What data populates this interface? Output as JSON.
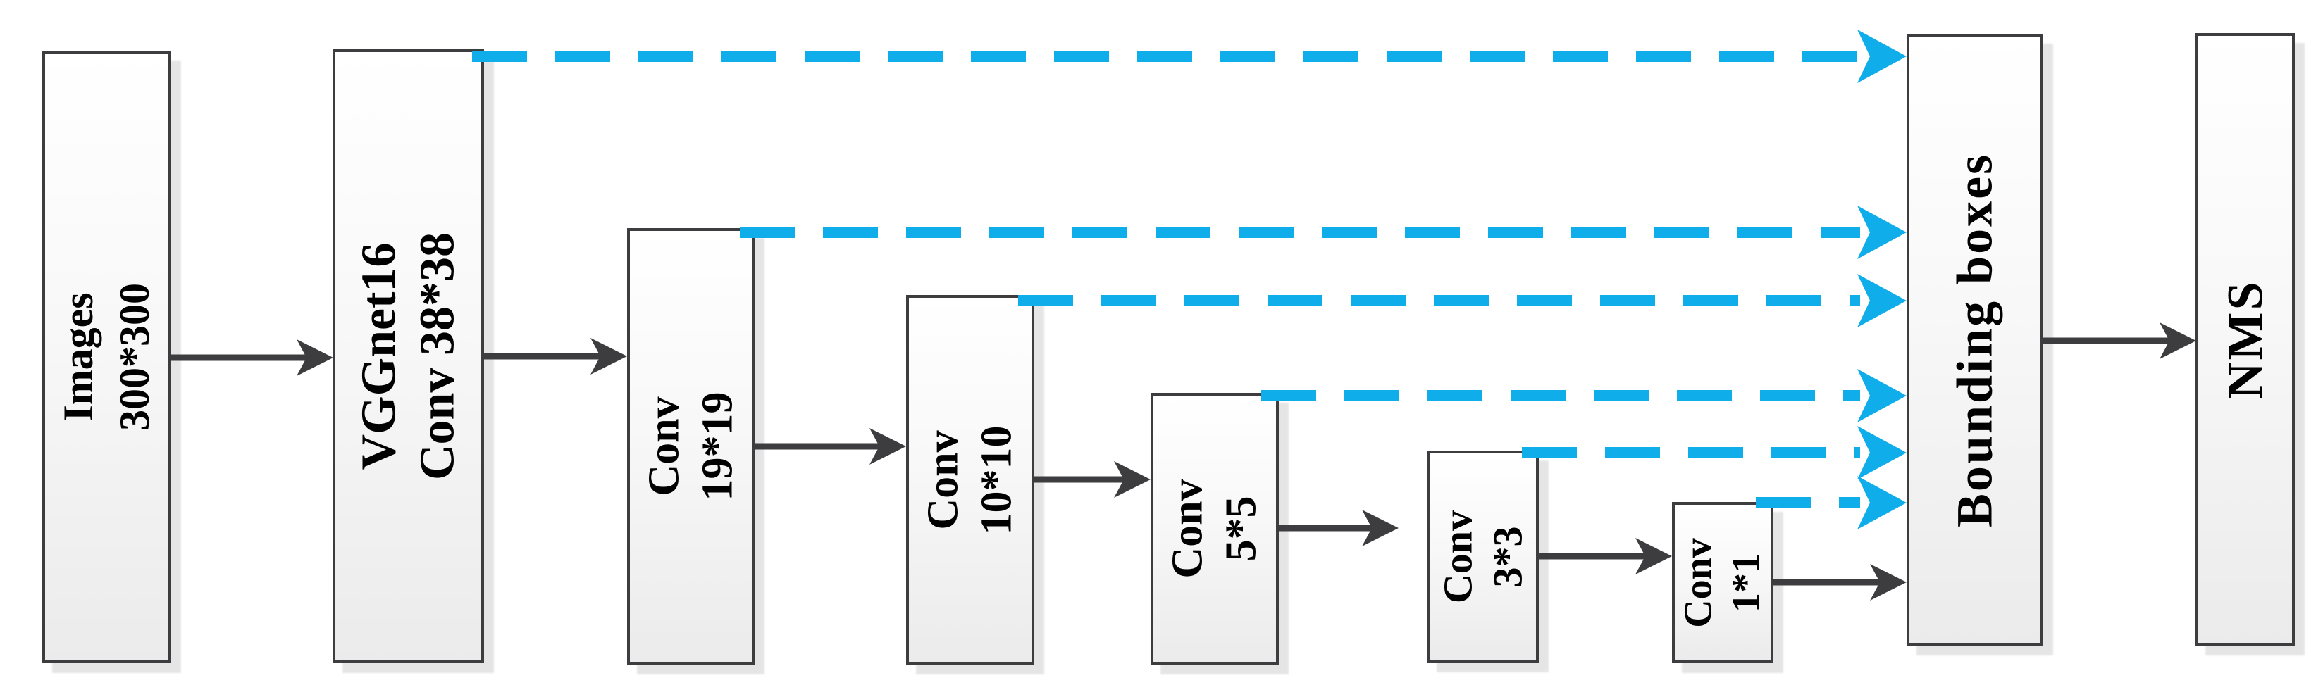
{
  "figure": {
    "title": "SSD object detection network flow diagram",
    "boxes": [
      {
        "id": "images",
        "label": "Images\n300*300"
      },
      {
        "id": "vggnet",
        "label": "VGGnet16\nConv 38*38"
      },
      {
        "id": "conv19",
        "label": "Conv\n19*19"
      },
      {
        "id": "conv10",
        "label": "Conv\n10*10"
      },
      {
        "id": "conv5",
        "label": "Conv\n5*5"
      },
      {
        "id": "conv3",
        "label": "Conv\n3*3"
      },
      {
        "id": "conv1",
        "label": "Conv\n1*1"
      },
      {
        "id": "bounding_boxes",
        "label": "Bounding boxes"
      },
      {
        "id": "nms",
        "label": "NMS"
      }
    ],
    "flow_connections": [
      {
        "from": "Images 300*300",
        "to": "VGGnet16 Conv 38*38",
        "style": "solid-arrow"
      },
      {
        "from": "VGGnet16 Conv 38*38",
        "to": "Conv 19*19",
        "style": "solid-arrow"
      },
      {
        "from": "Conv 19*19",
        "to": "Conv 10*10",
        "style": "solid-arrow"
      },
      {
        "from": "Conv 10*10",
        "to": "Conv 5*5",
        "style": "solid-arrow"
      },
      {
        "from": "Conv 5*5",
        "to": "Conv 3*3",
        "style": "solid-arrow"
      },
      {
        "from": "Conv 3*3",
        "to": "Conv 1*1",
        "style": "solid-arrow"
      },
      {
        "from": "Conv 1*1",
        "to": "Bounding boxes",
        "style": "solid-arrow"
      },
      {
        "from": "Bounding boxes",
        "to": "NMS",
        "style": "solid-arrow"
      }
    ],
    "detection_connections": [
      {
        "from": "VGGnet16 Conv 38*38",
        "to": "Bounding boxes",
        "style": "dashed-arrow"
      },
      {
        "from": "Conv 19*19",
        "to": "Bounding boxes",
        "style": "dashed-arrow"
      },
      {
        "from": "Conv 10*10",
        "to": "Bounding boxes",
        "style": "dashed-arrow"
      },
      {
        "from": "Conv 5*5",
        "to": "Bounding boxes",
        "style": "dashed-arrow"
      },
      {
        "from": "Conv 3*3",
        "to": "Bounding boxes",
        "style": "dashed-arrow"
      },
      {
        "from": "Conv 1*1",
        "to": "Bounding boxes",
        "style": "dashed-arrow"
      }
    ],
    "colors": {
      "connector_dark": "#3d3d3f",
      "connector_blue": "#0faeea",
      "box_border": "#3d3d3f",
      "box_fill_top": "#ffffff",
      "box_fill_bottom": "#ebebeb",
      "background": "#ffffff",
      "text": "#000000"
    }
  }
}
